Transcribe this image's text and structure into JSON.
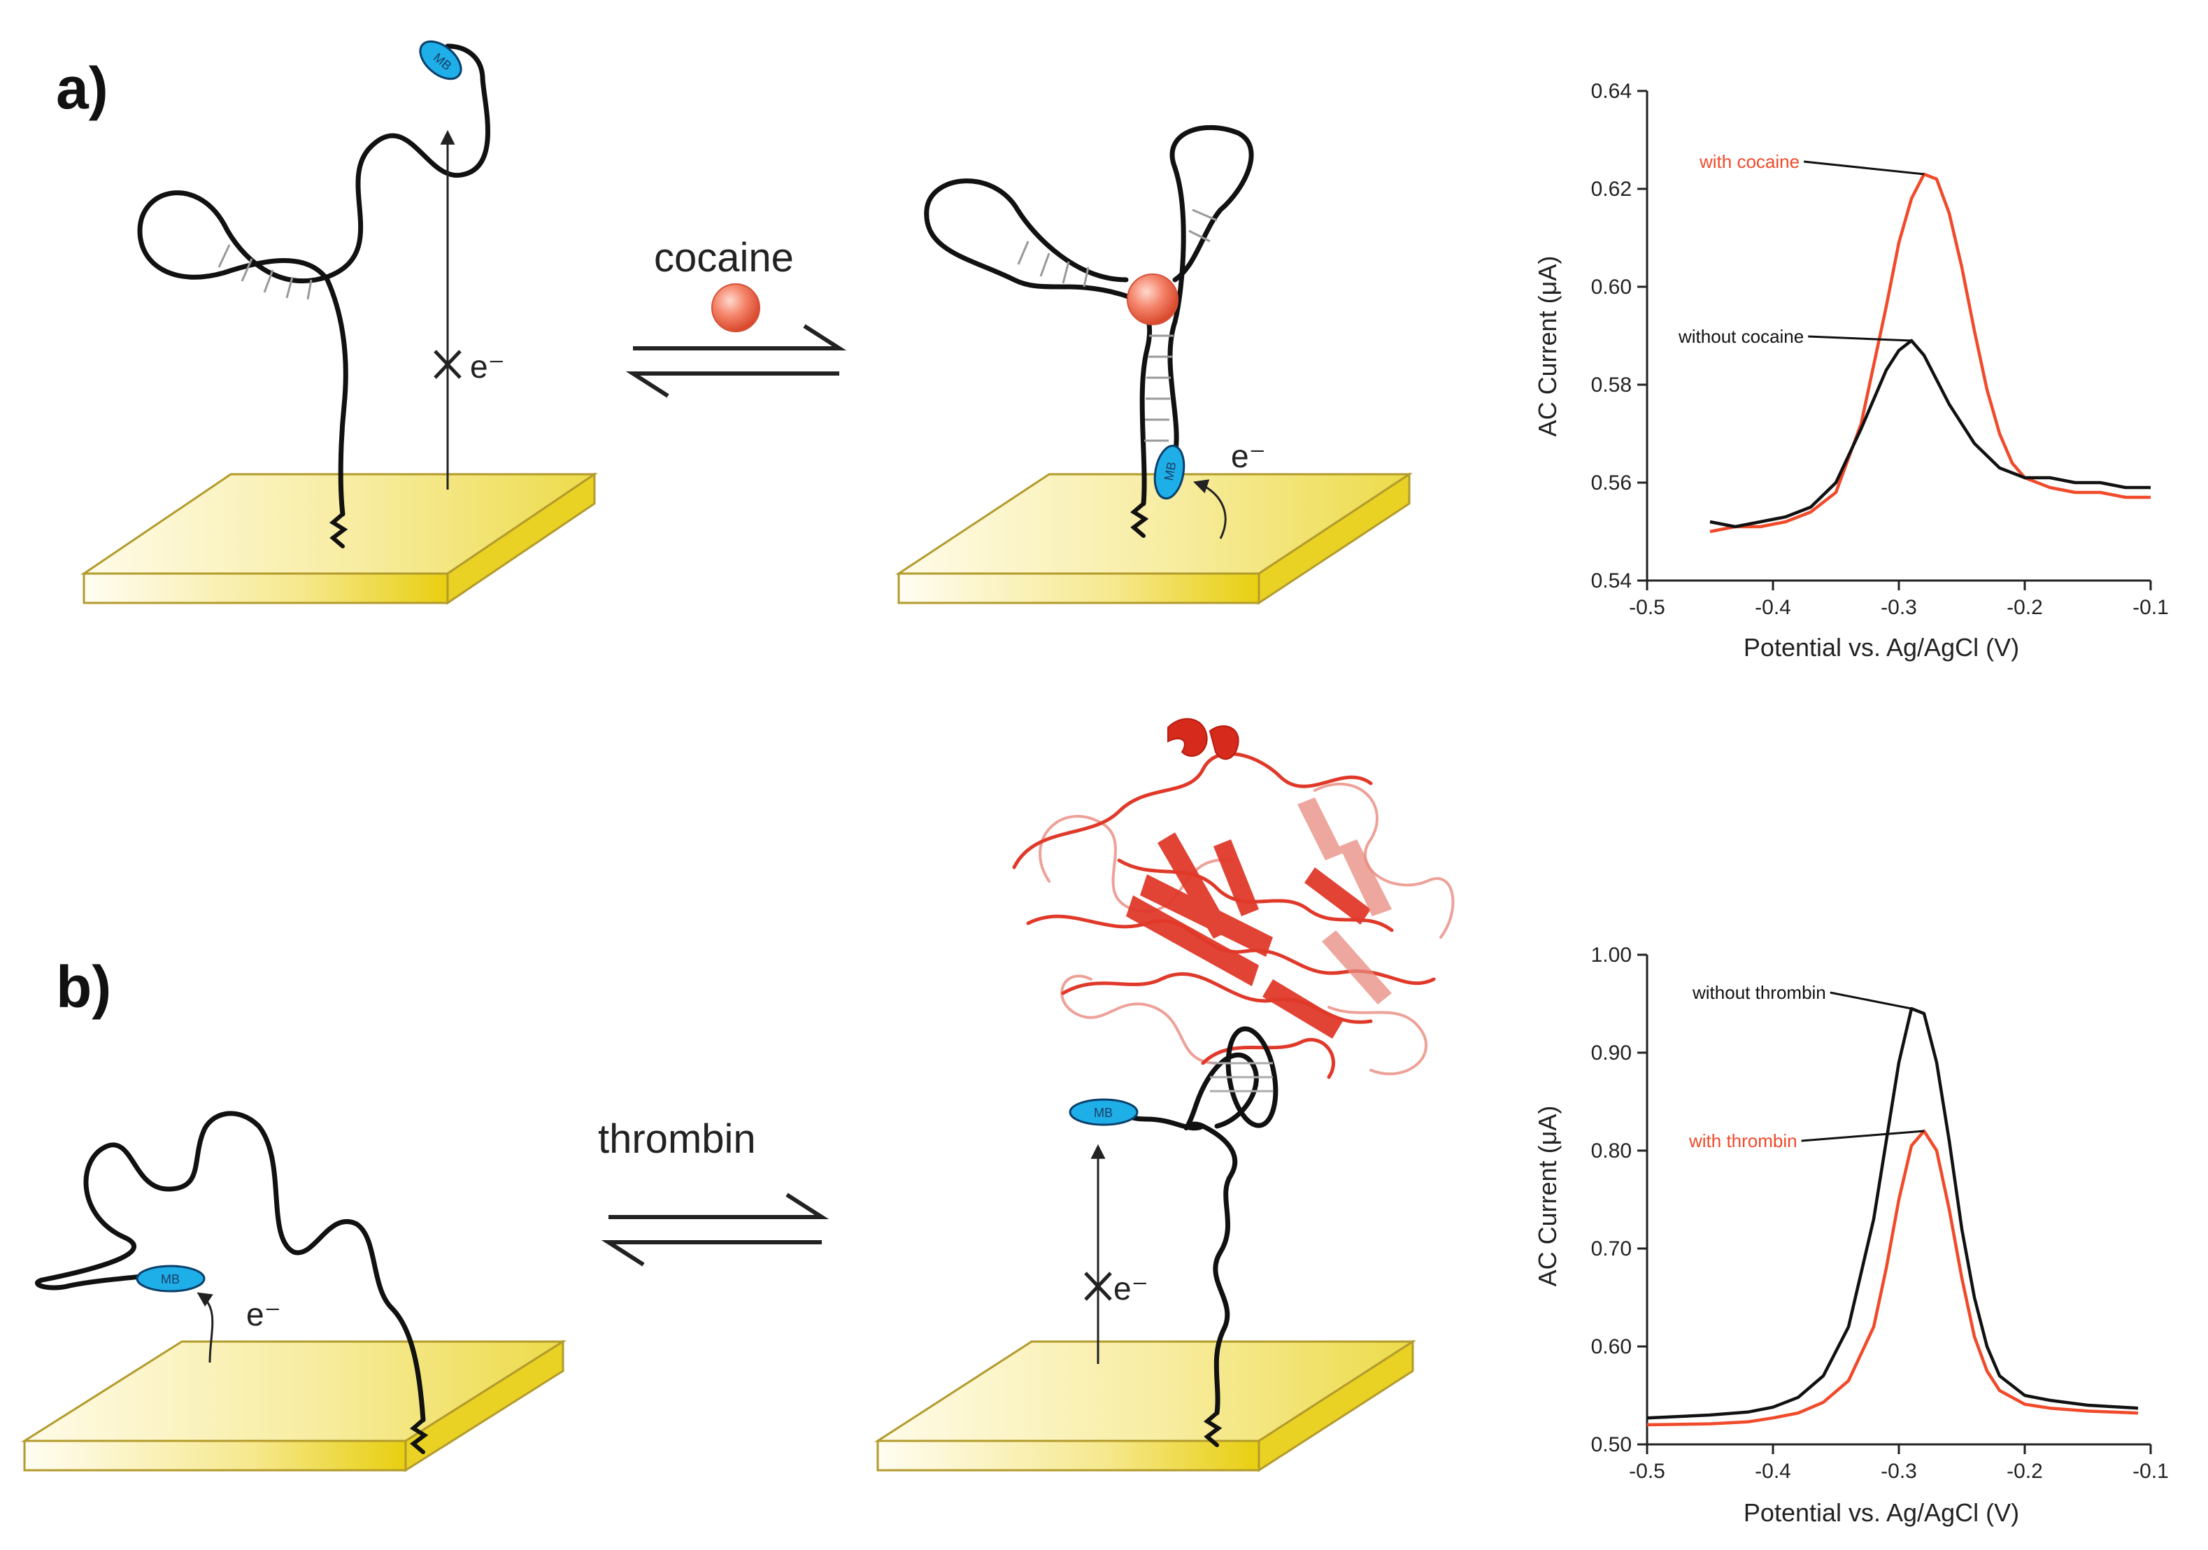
{
  "panels": {
    "a": {
      "label": "a)",
      "analyte": "cocaine",
      "electron": "e⁻",
      "reporter": "MB"
    },
    "b": {
      "label": "b)",
      "analyte": "thrombin",
      "electron": "e⁻",
      "reporter": "MB"
    }
  },
  "colors": {
    "gold_top": "#f0df6a",
    "gold_edge": "#b39b2c",
    "mb_blue": "#1eaee8",
    "protein_red": "#e03a2a",
    "series_black": "#111111",
    "series_red": "#f04a2a"
  },
  "chart_data": [
    {
      "type": "line",
      "xlabel": "Potential vs. Ag/AgCl (V)",
      "ylabel": "AC Current (μA)",
      "xlim": [
        -0.5,
        -0.1
      ],
      "ylim": [
        0.54,
        0.64
      ],
      "xticks": [
        "-0.5",
        "-0.4",
        "-0.3",
        "-0.2",
        "-0.1"
      ],
      "yticks": [
        "0.54",
        "0.56",
        "0.58",
        "0.60",
        "0.62",
        "0.64"
      ],
      "grid": false,
      "series": [
        {
          "name": "with cocaine",
          "color": "#f04a2a",
          "x": [
            -0.45,
            -0.43,
            -0.41,
            -0.39,
            -0.37,
            -0.35,
            -0.33,
            -0.31,
            -0.3,
            -0.29,
            -0.28,
            -0.27,
            -0.26,
            -0.25,
            -0.24,
            -0.23,
            -0.22,
            -0.21,
            -0.2,
            -0.18,
            -0.16,
            -0.14,
            -0.12,
            -0.1
          ],
          "y": [
            0.55,
            0.551,
            0.551,
            0.552,
            0.554,
            0.558,
            0.572,
            0.596,
            0.609,
            0.618,
            0.623,
            0.622,
            0.615,
            0.604,
            0.591,
            0.579,
            0.57,
            0.564,
            0.561,
            0.559,
            0.558,
            0.558,
            0.557,
            0.557
          ]
        },
        {
          "name": "without cocaine",
          "color": "#111111",
          "x": [
            -0.45,
            -0.43,
            -0.41,
            -0.39,
            -0.37,
            -0.35,
            -0.33,
            -0.31,
            -0.3,
            -0.29,
            -0.28,
            -0.27,
            -0.26,
            -0.25,
            -0.24,
            -0.22,
            -0.2,
            -0.18,
            -0.16,
            -0.14,
            -0.12,
            -0.1
          ],
          "y": [
            0.552,
            0.551,
            0.552,
            0.553,
            0.555,
            0.56,
            0.571,
            0.583,
            0.587,
            0.589,
            0.586,
            0.581,
            0.576,
            0.572,
            0.568,
            0.563,
            0.561,
            0.561,
            0.56,
            0.56,
            0.559,
            0.559
          ]
        }
      ],
      "annotations": [
        {
          "text": "with cocaine",
          "color": "#f04a2a",
          "series": 0
        },
        {
          "text": "without cocaine",
          "color": "#111111",
          "series": 1
        }
      ]
    },
    {
      "type": "line",
      "xlabel": "Potential vs. Ag/AgCl (V)",
      "ylabel": "AC Current (μA)",
      "xlim": [
        -0.5,
        -0.1
      ],
      "ylim": [
        0.5,
        1.0
      ],
      "xticks": [
        "-0.5",
        "-0.4",
        "-0.3",
        "-0.2",
        "-0.1"
      ],
      "yticks": [
        "0.50",
        "0.60",
        "0.70",
        "0.80",
        "0.90",
        "1.00"
      ],
      "grid": false,
      "series": [
        {
          "name": "without thrombin",
          "color": "#111111",
          "x": [
            -0.5,
            -0.45,
            -0.42,
            -0.4,
            -0.38,
            -0.36,
            -0.34,
            -0.32,
            -0.31,
            -0.3,
            -0.29,
            -0.28,
            -0.27,
            -0.26,
            -0.25,
            -0.24,
            -0.23,
            -0.22,
            -0.2,
            -0.18,
            -0.15,
            -0.11
          ],
          "y": [
            0.527,
            0.53,
            0.533,
            0.538,
            0.548,
            0.57,
            0.62,
            0.73,
            0.81,
            0.89,
            0.945,
            0.94,
            0.89,
            0.81,
            0.72,
            0.65,
            0.6,
            0.57,
            0.55,
            0.545,
            0.54,
            0.537
          ]
        },
        {
          "name": "with thrombin",
          "color": "#f04a2a",
          "x": [
            -0.5,
            -0.45,
            -0.42,
            -0.4,
            -0.38,
            -0.36,
            -0.34,
            -0.32,
            -0.31,
            -0.3,
            -0.29,
            -0.28,
            -0.27,
            -0.26,
            -0.25,
            -0.24,
            -0.23,
            -0.22,
            -0.2,
            -0.18,
            -0.15,
            -0.11
          ],
          "y": [
            0.52,
            0.521,
            0.523,
            0.527,
            0.532,
            0.543,
            0.565,
            0.62,
            0.68,
            0.75,
            0.805,
            0.82,
            0.8,
            0.74,
            0.67,
            0.61,
            0.575,
            0.555,
            0.541,
            0.537,
            0.534,
            0.532
          ]
        }
      ],
      "annotations": [
        {
          "text": "without thrombin",
          "color": "#111111",
          "series": 0
        },
        {
          "text": "with thrombin",
          "color": "#f04a2a",
          "series": 1
        }
      ]
    }
  ]
}
